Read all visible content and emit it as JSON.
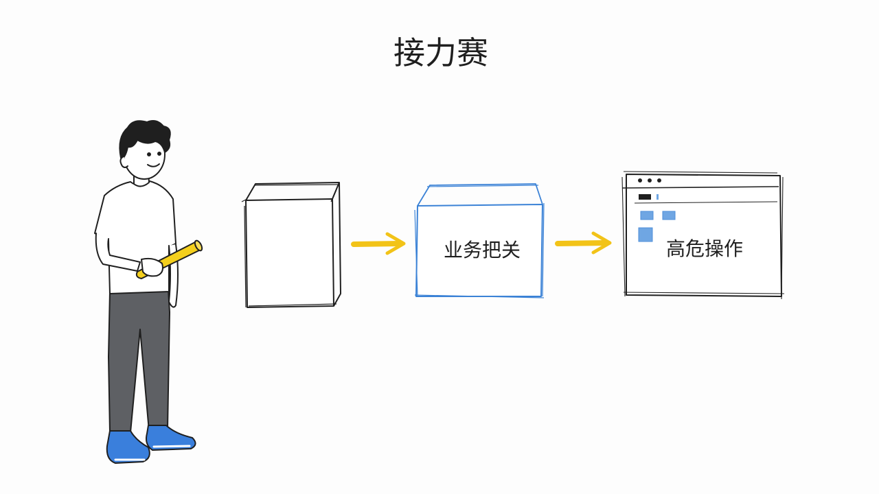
{
  "diagram": {
    "title": "接力赛",
    "nodes": [
      {
        "id": "plain-box",
        "label": ""
      },
      {
        "id": "gate-box",
        "label": "业务把关"
      },
      {
        "id": "window-box",
        "label": "高危操作"
      }
    ],
    "edges": [
      {
        "from": "plain-box",
        "to": "gate-box"
      },
      {
        "from": "gate-box",
        "to": "window-box"
      }
    ]
  },
  "colors": {
    "ink": "#1f1f1f",
    "gate_blue": "#3b82d6",
    "arrow_yellow": "#f2c318",
    "baton_yellow": "#f4cf1d",
    "pants_gray": "#5e6064",
    "shoe_blue": "#3a7fdc",
    "window_tile_blue": "#6fa6e3"
  }
}
